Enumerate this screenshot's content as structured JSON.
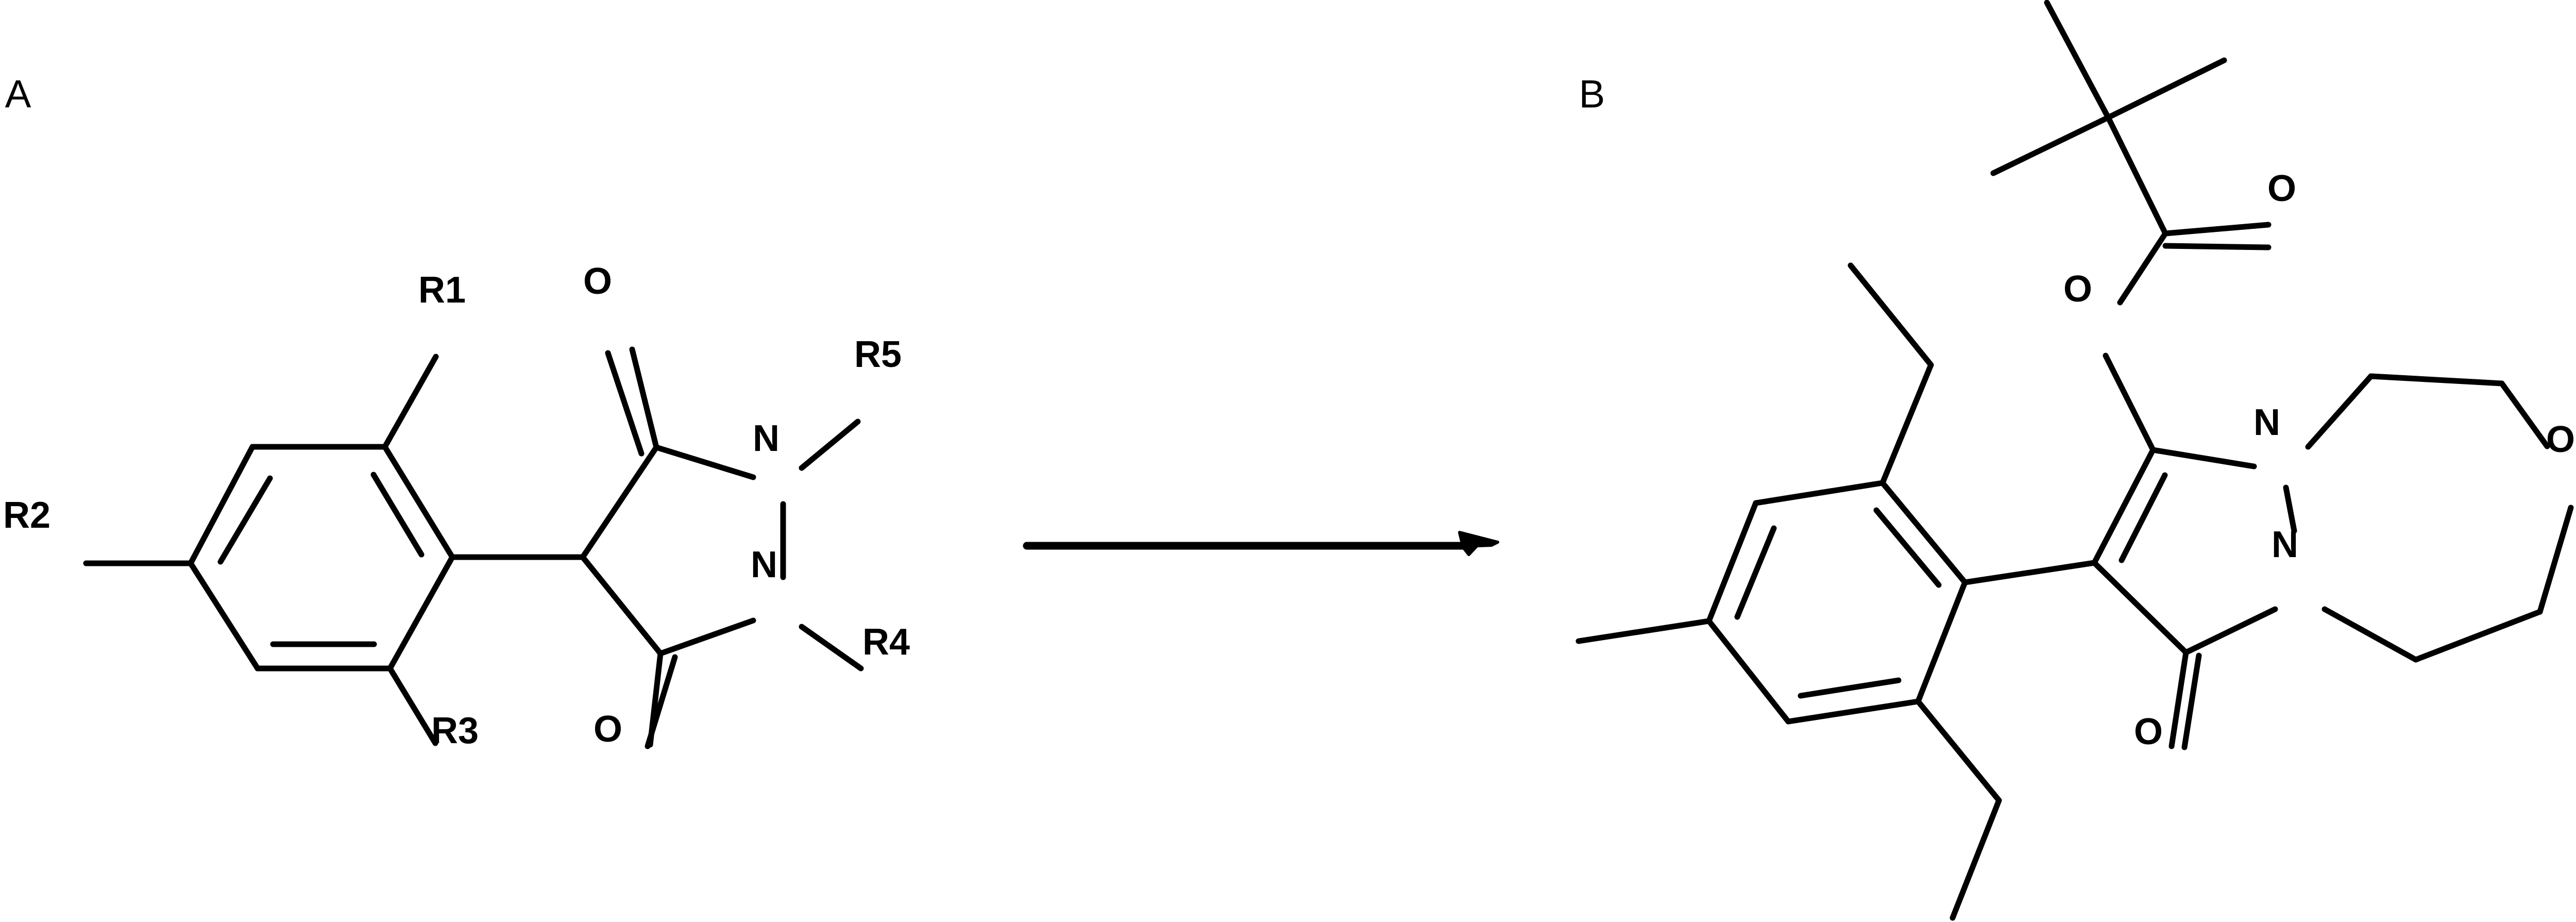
{
  "panels": [
    {
      "label": "A",
      "atoms": {
        "r1": "R1",
        "r2": "R2",
        "r3": "R3",
        "r4": "R4",
        "r5": "R5",
        "o_top": "O",
        "o_bottom": "O",
        "n_upper": "N",
        "n_lower": "N"
      }
    },
    {
      "label": "B",
      "atoms": {
        "o_carbonyl_ester": "O",
        "o_ester": "O",
        "n_upper": "N",
        "n_lower": "N",
        "o_ring": "O",
        "o_ketone": "O"
      }
    }
  ],
  "arrow": {
    "direction": "right",
    "color": "#000000"
  },
  "colors": {
    "bond": "#000000",
    "background": "#ffffff"
  }
}
